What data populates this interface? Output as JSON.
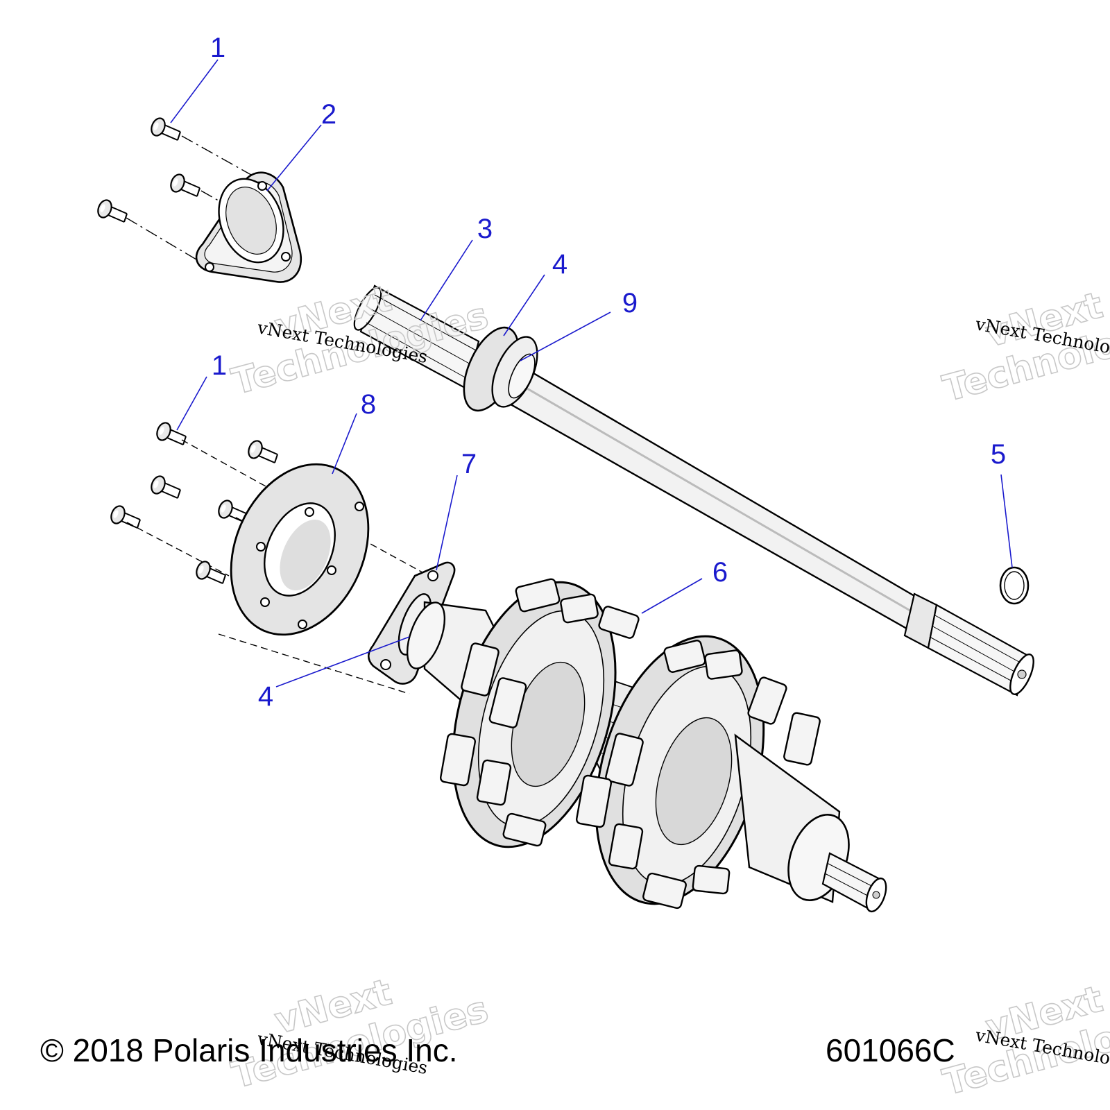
{
  "callouts": [
    {
      "id": "c1a",
      "label": "1"
    },
    {
      "id": "c2",
      "label": "2"
    },
    {
      "id": "c3",
      "label": "3"
    },
    {
      "id": "c4a",
      "label": "4"
    },
    {
      "id": "c9",
      "label": "9"
    },
    {
      "id": "c1b",
      "label": "1"
    },
    {
      "id": "c8",
      "label": "8"
    },
    {
      "id": "c7",
      "label": "7"
    },
    {
      "id": "c5",
      "label": "5"
    },
    {
      "id": "c6",
      "label": "6"
    },
    {
      "id": "c4b",
      "label": "4"
    }
  ],
  "watermark": {
    "line1": "vNext",
    "line2": "Technologies",
    "small": "vNext Technologies"
  },
  "footer": {
    "copyright": "© 2018 Polaris Industries Inc.",
    "drawing_number": "601066C"
  },
  "colors": {
    "callout": "#1a1acd",
    "line": "#000000",
    "shade": "#e2e2e2"
  }
}
